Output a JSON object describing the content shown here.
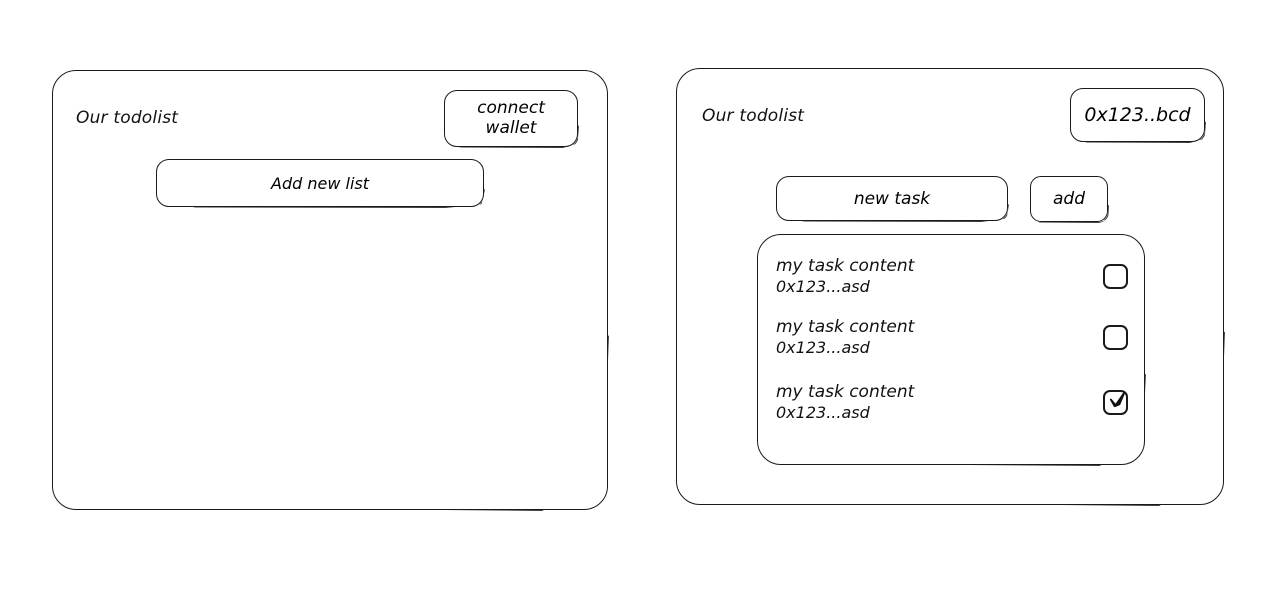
{
  "meta": {
    "style": "hand-drawn wireframe",
    "stroke_color": "#1a1a1a",
    "background_color": "#ffffff"
  },
  "left_screen": {
    "title": "Our todolist",
    "connect_wallet_button": {
      "line1": "connect",
      "line2": "wallet"
    },
    "add_new_list_button": "Add new list"
  },
  "right_screen": {
    "title": "Our todolist",
    "wallet_badge": "0x123..bcd",
    "new_task_input": {
      "value": "new task",
      "placeholder": "new task"
    },
    "add_button": "add",
    "tasks": [
      {
        "content": "my task content",
        "address": "0x123...asd",
        "done": false
      },
      {
        "content": "my task content",
        "address": "0x123...asd",
        "done": false
      },
      {
        "content": "my task content",
        "address": "0x123...asd",
        "done": true
      }
    ]
  }
}
